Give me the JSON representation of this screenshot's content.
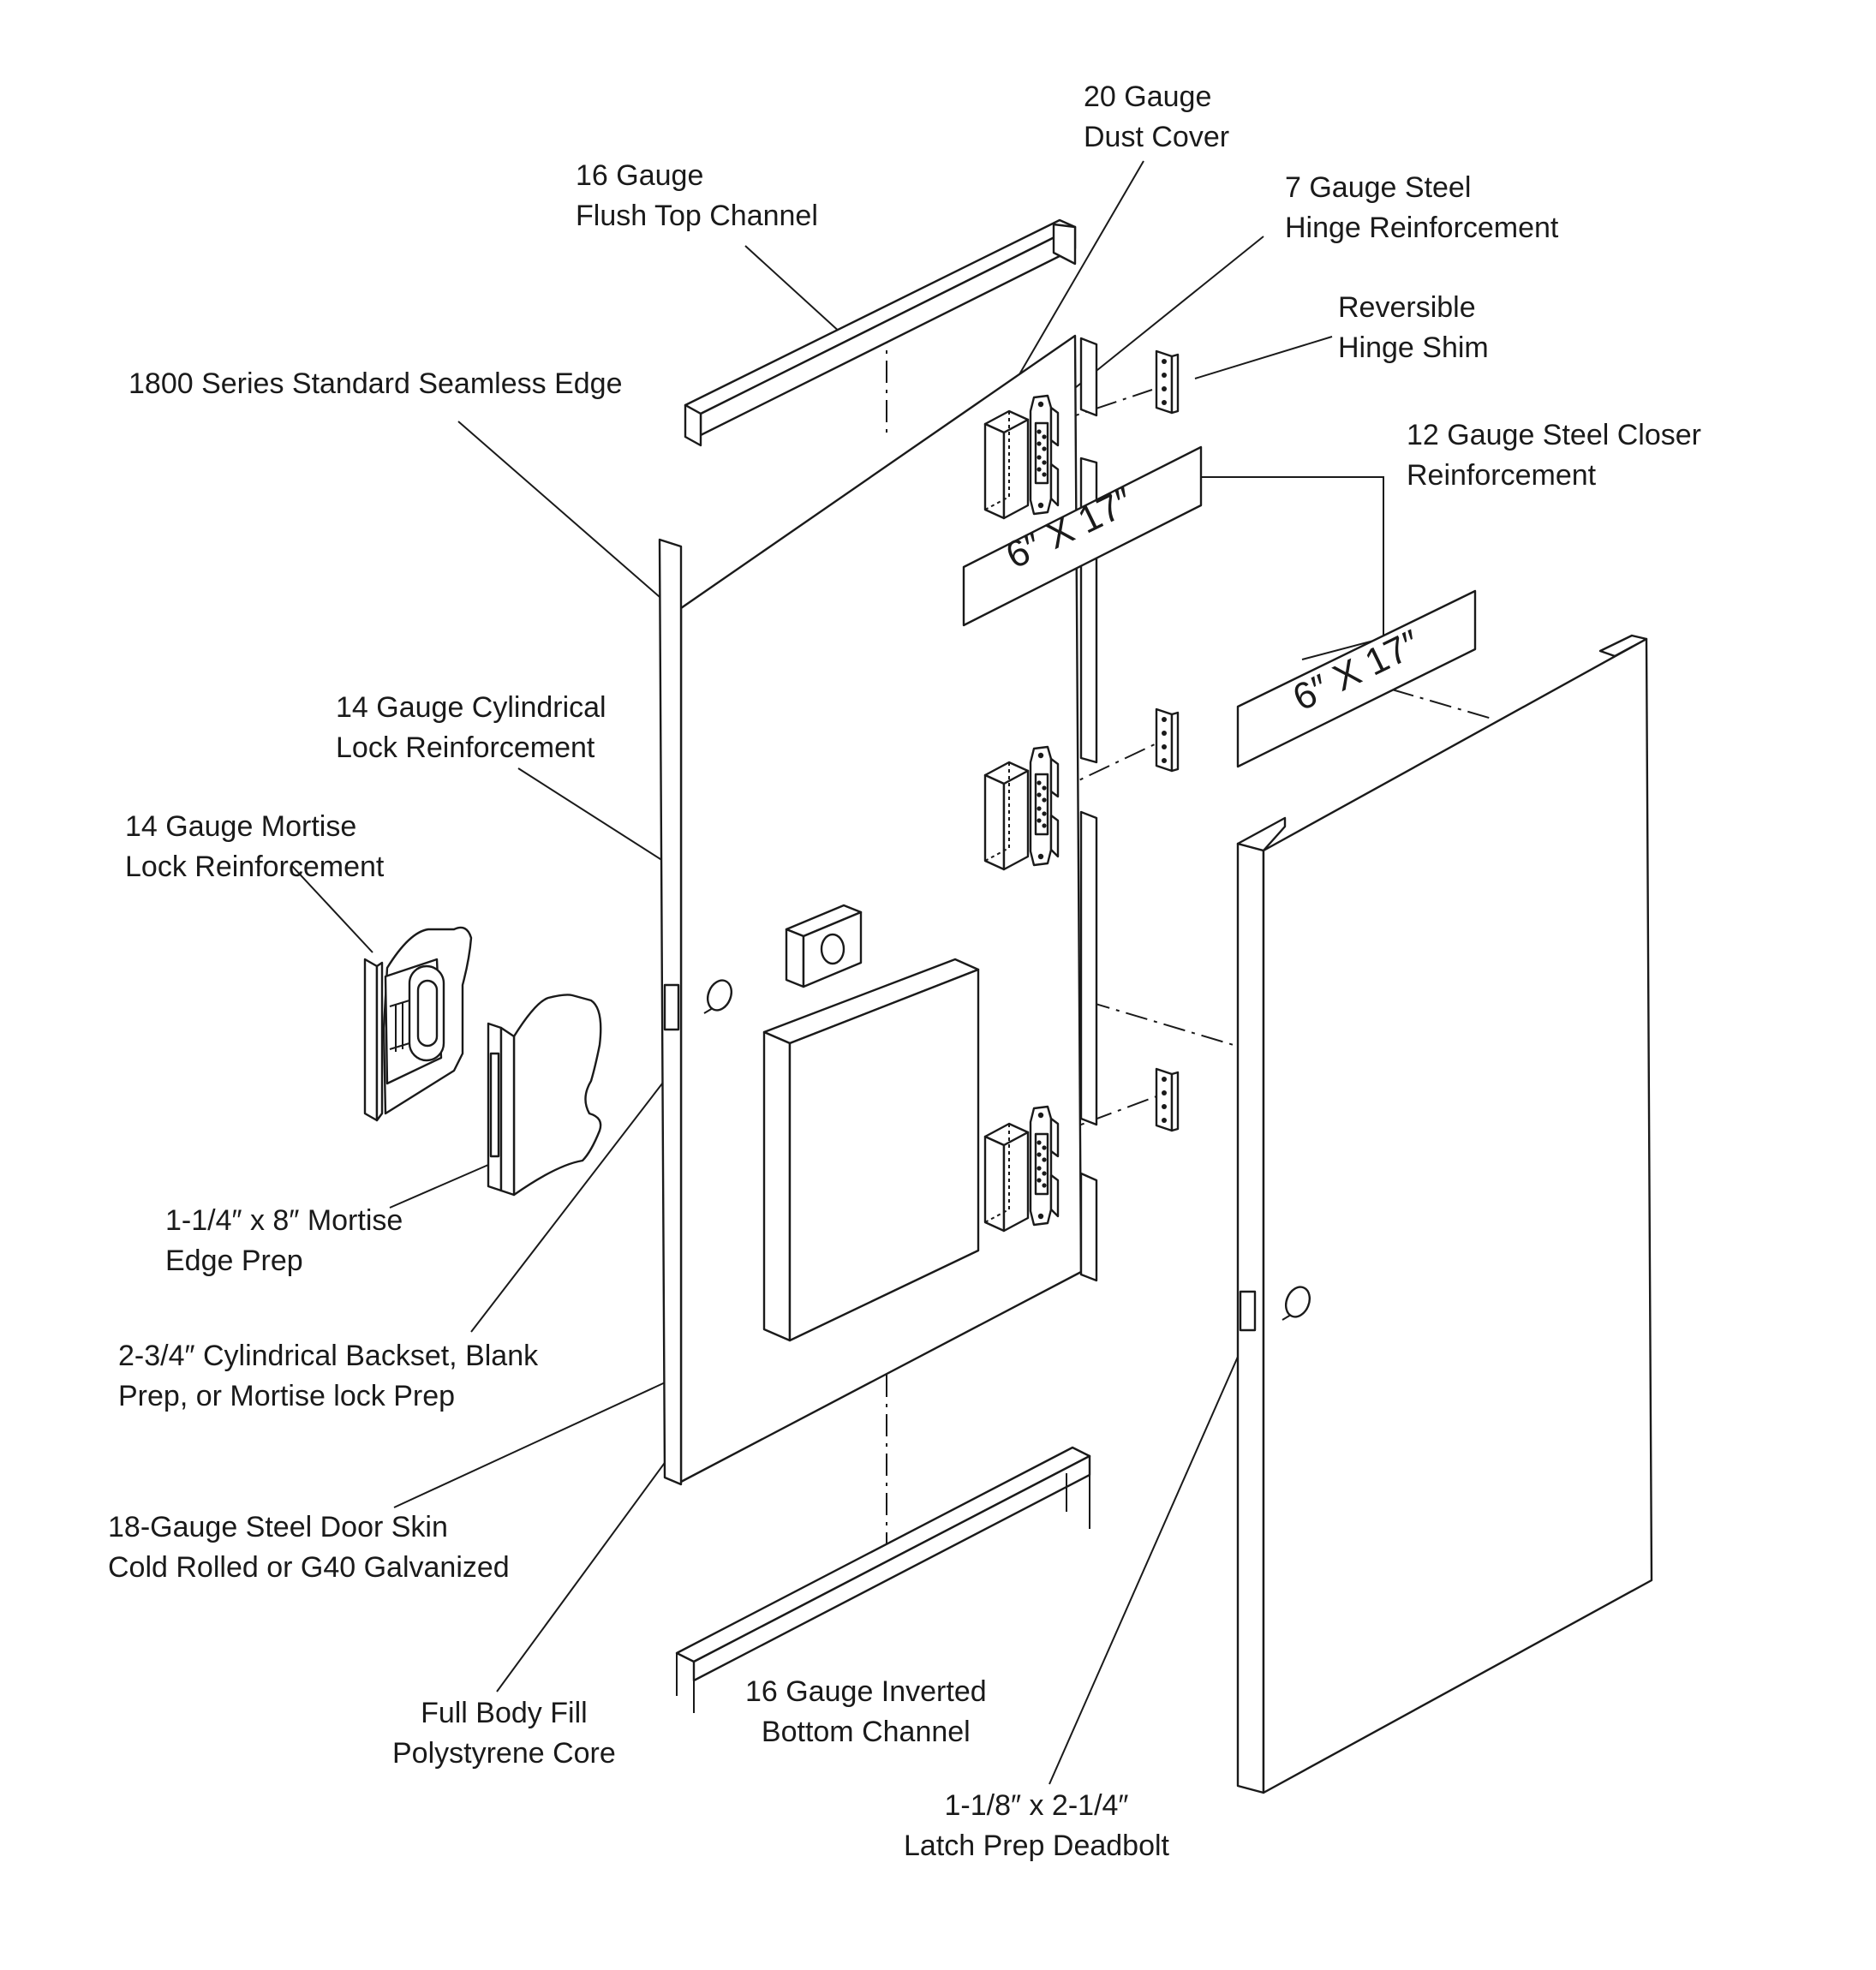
{
  "labels": {
    "dust_cover": [
      "20 Gauge",
      "Dust Cover"
    ],
    "top_channel": [
      "16 Gauge",
      "Flush Top Channel"
    ],
    "hinge_reinforcement": [
      "7 Gauge Steel",
      "Hinge Reinforcement"
    ],
    "hinge_shim": [
      "Reversible",
      "Hinge Shim"
    ],
    "seamless_edge": [
      "1800 Series Standard Seamless Edge"
    ],
    "closer_reinforcement": [
      "12 Gauge Steel Closer",
      "Reinforcement"
    ],
    "cyl_lock": [
      "14 Gauge Cylindrical",
      "Lock Reinforcement"
    ],
    "mortise_lock": [
      "14 Gauge Mortise",
      "Lock Reinforcement"
    ],
    "mortise_edge": [
      "1-1/4″ x 8″  Mortise",
      "Edge Prep"
    ],
    "backset": [
      "2-3/4″ Cylindrical Backset, Blank",
      "Prep, or Mortise lock Prep"
    ],
    "door_skin": [
      "18-Gauge Steel Door Skin",
      "Cold Rolled or G40 Galvanized"
    ],
    "core": [
      "Full Body Fill",
      "Polystyrene Core"
    ],
    "bottom_channel": [
      "16 Gauge Inverted",
      "Bottom Channel"
    ],
    "latch_prep": [
      "1-1/8″ x 2-1/4″",
      "Latch Prep Deadbolt"
    ]
  },
  "dimensions": {
    "closer_plate_1": "6″ X 17″",
    "closer_plate_2": "6″ X 17″"
  }
}
